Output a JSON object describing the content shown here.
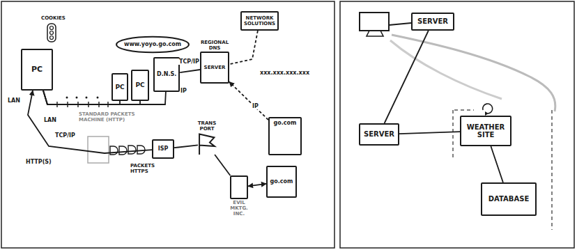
{
  "diagram": {
    "nodes": [
      {
        "text": [
          "PC"
        ]
      },
      {
        "text": [
          "PC"
        ]
      },
      {
        "text": [
          "PC"
        ]
      },
      {
        "text": [
          "D.N.S."
        ]
      },
      {
        "text": [
          "www.yoyo.go.com"
        ]
      },
      {
        "text": [
          "REGIONAL DNS",
          "SERVER"
        ]
      },
      {
        "text": [
          "NETWORK SOLUTIONS"
        ]
      },
      {
        "text": [
          "go.com"
        ]
      },
      {
        "text": [
          "ISP"
        ]
      },
      {
        "text": [
          "TRANS PORT"
        ]
      },
      {
        "text": [
          "EVIL MKTG. INC."
        ]
      },
      {
        "text": [
          "go.com"
        ]
      },
      {
        "text": [
          "SERVER"
        ]
      },
      {
        "text": [
          "SERVER"
        ]
      },
      {
        "text": [
          "WEATHER SITE"
        ]
      },
      {
        "text": [
          "DATABASE"
        ]
      }
    ],
    "edges": [
      {
        "from": 0,
        "to": 1,
        "arrow": "none"
      },
      {
        "from": 0,
        "to": 2,
        "arrow": "none"
      },
      {
        "from": 0,
        "to": 3,
        "arrow": "none"
      },
      {
        "from": 3,
        "to": 5,
        "label": "TCP/IP",
        "arrow": "none"
      },
      {
        "from": 6,
        "to": 5,
        "arrow": "none"
      },
      {
        "from": 7,
        "to": 5,
        "label": "IP",
        "arrow": "to"
      },
      {
        "from": 8,
        "to": 0,
        "label": "TCP/IP",
        "arrow": "to"
      },
      {
        "from": 8,
        "to": 9,
        "arrow": "none"
      },
      {
        "from": 9,
        "to": 10,
        "arrow": "none"
      },
      {
        "from": 10,
        "to": 11,
        "arrow": "both"
      },
      {
        "from": 12,
        "to": 13,
        "arrow": "none"
      },
      {
        "from": 13,
        "to": 14,
        "arrow": "none"
      },
      {
        "from": 14,
        "to": 15,
        "arrow": "none"
      }
    ],
    "labels": [
      "COOKIES",
      "LAN",
      "LAN",
      "IP",
      "xxx.xxx.xxx.xxx",
      "STANDARD PACKETS MACHINE (HTTP)",
      "HTTP(S)",
      "PACKETS HTTPS"
    ]
  }
}
